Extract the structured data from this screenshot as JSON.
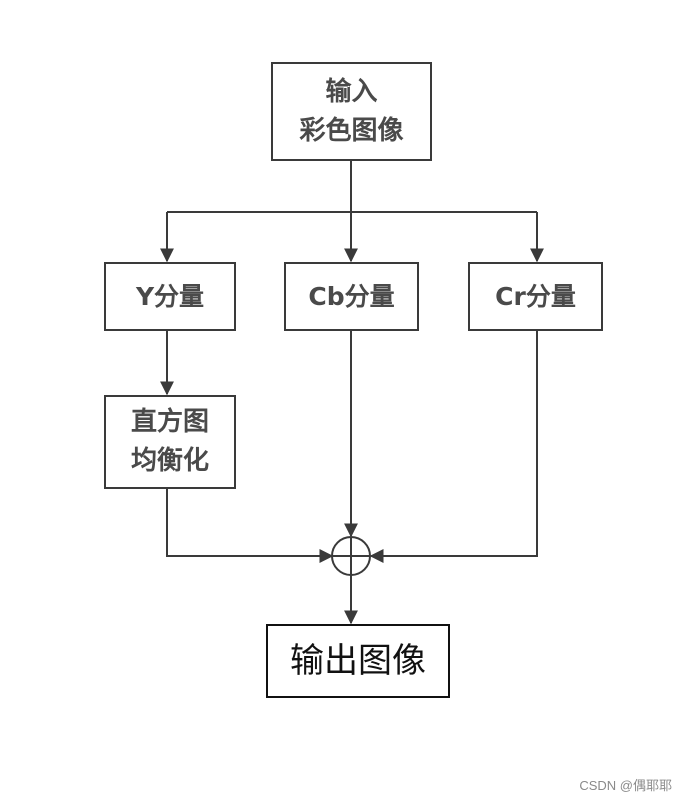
{
  "nodes": {
    "input": {
      "line1": "输入",
      "line2": "彩色图像"
    },
    "y": "Y分量",
    "cb": "Cb分量",
    "cr": "Cr分量",
    "equalize": {
      "line1": "直方图",
      "line2": "均衡化"
    },
    "output": "输出图像"
  },
  "watermark": "CSDN @偶耶耶",
  "colors": {
    "line": "#3a3a3a",
    "text": "#4a4a4a",
    "output_border": "#111111"
  }
}
